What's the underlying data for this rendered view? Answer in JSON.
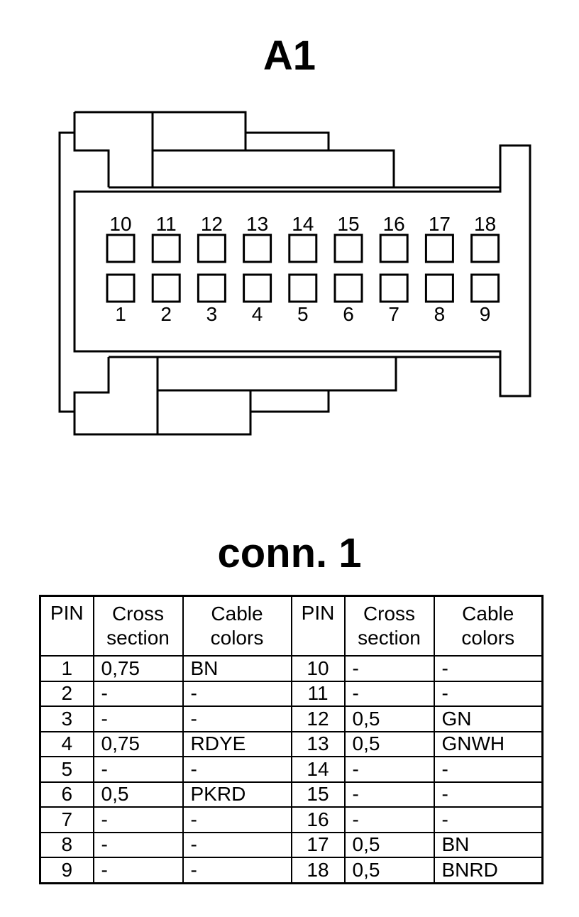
{
  "connector": {
    "title": "A1",
    "top_row_pins": [
      "10",
      "11",
      "12",
      "13",
      "14",
      "15",
      "16",
      "17",
      "18"
    ],
    "bottom_row_pins": [
      "1",
      "2",
      "3",
      "4",
      "5",
      "6",
      "7",
      "8",
      "9"
    ]
  },
  "table": {
    "title": "conn. 1",
    "headers": {
      "pin": "PIN",
      "cross_section_1": "Cross",
      "cross_section_2": "section",
      "cable_colors_1": "Cable",
      "cable_colors_2": "colors"
    },
    "rows": [
      {
        "pin_a": "1",
        "cross_a": "0,75",
        "color_a": "BN",
        "pin_b": "10",
        "cross_b": "-",
        "color_b": "-"
      },
      {
        "pin_a": "2",
        "cross_a": "-",
        "color_a": "-",
        "pin_b": "11",
        "cross_b": "-",
        "color_b": "-"
      },
      {
        "pin_a": "3",
        "cross_a": "-",
        "color_a": "-",
        "pin_b": "12",
        "cross_b": "0,5",
        "color_b": "GN"
      },
      {
        "pin_a": "4",
        "cross_a": "0,75",
        "color_a": "RDYE",
        "pin_b": "13",
        "cross_b": "0,5",
        "color_b": "GNWH"
      },
      {
        "pin_a": "5",
        "cross_a": "-",
        "color_a": "-",
        "pin_b": "14",
        "cross_b": "-",
        "color_b": "-"
      },
      {
        "pin_a": "6",
        "cross_a": "0,5",
        "color_a": "PKRD",
        "pin_b": "15",
        "cross_b": "-",
        "color_b": "-"
      },
      {
        "pin_a": "7",
        "cross_a": "-",
        "color_a": "-",
        "pin_b": "16",
        "cross_b": "-",
        "color_b": "-"
      },
      {
        "pin_a": "8",
        "cross_a": "-",
        "color_a": "-",
        "pin_b": "17",
        "cross_b": "0,5",
        "color_b": "BN"
      },
      {
        "pin_a": "9",
        "cross_a": "-",
        "color_a": "-",
        "pin_b": "18",
        "cross_b": "0,5",
        "color_b": "BNRD"
      }
    ]
  }
}
